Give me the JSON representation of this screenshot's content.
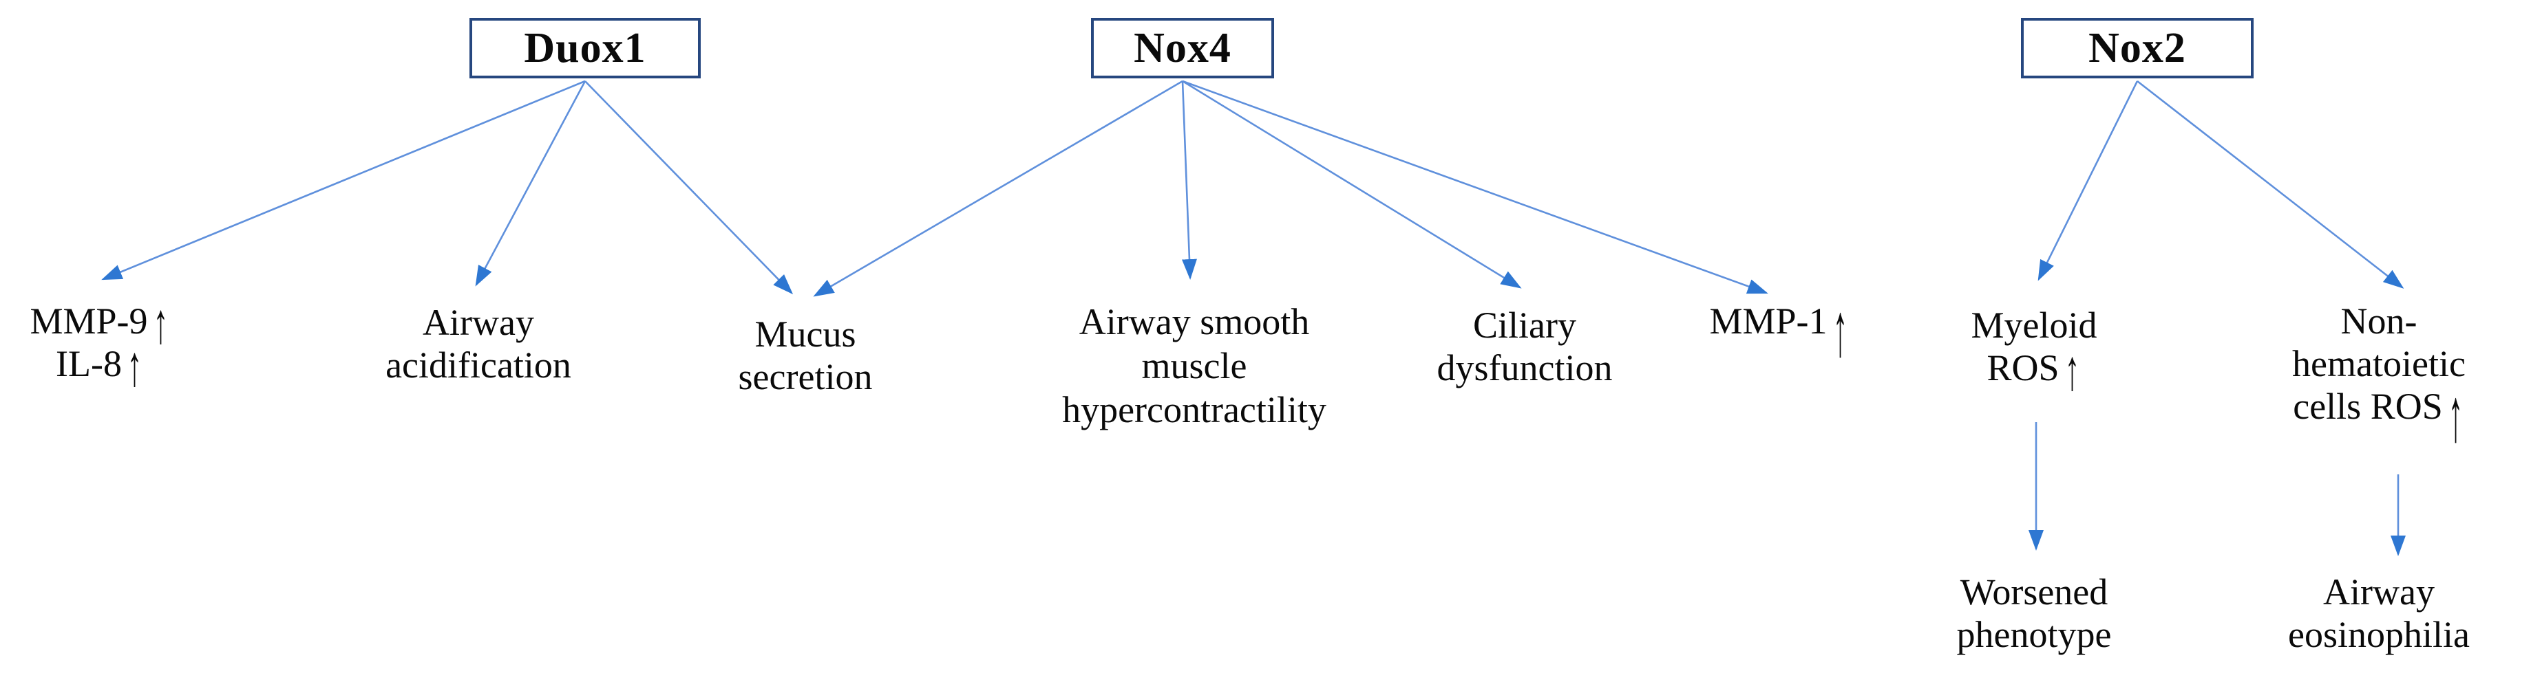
{
  "diagram": {
    "background_color": "#ffffff",
    "box_border_color": "#26477f",
    "connector_line_color": "#5f90dc",
    "connector_head_color": "#2e77d2",
    "text_color": "#0a0a0a"
  },
  "glyphs": {
    "up_arrow": "↑"
  },
  "nodes": {
    "duox1": {
      "label": "Duox1"
    },
    "nox4": {
      "label": "Nox4"
    },
    "nox2": {
      "label": "Nox2"
    }
  },
  "outcomes": {
    "mmp9_il8": {
      "line1": "MMP-9",
      "line1_suffix": "↑",
      "line2": "IL-8",
      "line2_suffix": "↑"
    },
    "airway_acidification": {
      "line1": "Airway",
      "line2": "acidification"
    },
    "mucus_secretion": {
      "line1": "Mucus",
      "line2": "secretion"
    },
    "asm_hypercontractility": {
      "line1": "Airway smooth",
      "line2": "muscle",
      "line3": "hypercontractility"
    },
    "ciliary_dysfunction": {
      "line1": "Ciliary",
      "line2": "dysfunction"
    },
    "mmp1": {
      "line1": "MMP-1",
      "line1_suffix": "↑"
    },
    "myeloid_ros": {
      "line1": "Myeloid",
      "line2": "ROS",
      "line2_suffix": "↑"
    },
    "non_hematoietic_ros": {
      "line1": "Non-",
      "line2": "hematoietic",
      "line3": "cells ROS",
      "line3_suffix": "↑"
    },
    "worsened_phenotype": {
      "line1": "Worsened",
      "line2": "phenotype"
    },
    "airway_eosinophilia": {
      "line1": "Airway",
      "line2": "eosinophilia"
    }
  },
  "edges": [
    {
      "from": "Duox1",
      "to": "MMP-9 / IL-8 increase"
    },
    {
      "from": "Duox1",
      "to": "Airway acidification"
    },
    {
      "from": "Duox1",
      "to": "Mucus secretion"
    },
    {
      "from": "Nox4",
      "to": "Mucus secretion"
    },
    {
      "from": "Nox4",
      "to": "Airway smooth muscle hypercontractility"
    },
    {
      "from": "Nox4",
      "to": "Ciliary dysfunction"
    },
    {
      "from": "Nox4",
      "to": "MMP-1 increase"
    },
    {
      "from": "Nox2",
      "to": "Myeloid ROS increase"
    },
    {
      "from": "Nox2",
      "to": "Non-hematoietic cells ROS increase"
    },
    {
      "from": "Myeloid ROS increase",
      "to": "Worsened phenotype"
    },
    {
      "from": "Non-hematoietic cells ROS increase",
      "to": "Airway eosinophilia"
    }
  ]
}
